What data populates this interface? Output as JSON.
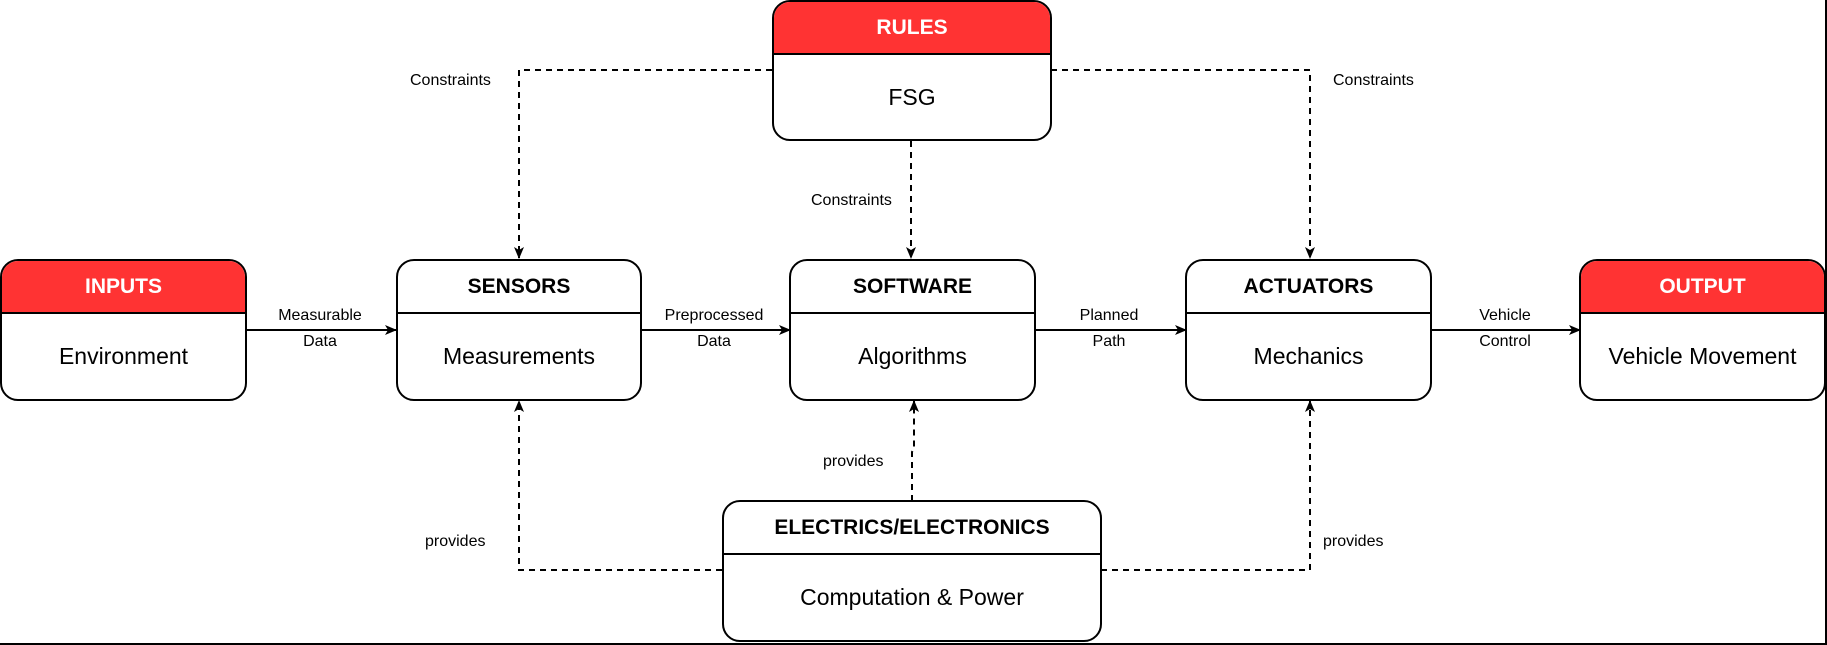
{
  "colors": {
    "accent": "#ff3333",
    "stroke": "#000000",
    "background": "#ffffff"
  },
  "nodes": {
    "rules": {
      "title": "RULES",
      "body": "FSG"
    },
    "inputs": {
      "title": "INPUTS",
      "body": "Environment"
    },
    "sensors": {
      "title": "SENSORS",
      "body": "Measurements"
    },
    "software": {
      "title": "SOFTWARE",
      "body": "Algorithms"
    },
    "actuators": {
      "title": "ACTUATORS",
      "body": "Mechanics"
    },
    "output": {
      "title": "OUTPUT",
      "body": "Vehicle Movement"
    },
    "electrics": {
      "title": "ELECTRICS/ELECTRONICS",
      "body": "Computation & Power"
    }
  },
  "edges": {
    "measurable_line1": "Measurable",
    "measurable_line2": "Data",
    "preprocessed_line1": "Preprocessed",
    "preprocessed_line2": "Data",
    "planned_line1": "Planned",
    "planned_line2": "Path",
    "vehicle_line1": "Vehicle",
    "vehicle_line2": "Control",
    "constraints_left": "Constraints",
    "constraints_center": "Constraints",
    "constraints_right": "Constraints",
    "provides_left": "provides",
    "provides_center": "provides",
    "provides_right": "provides"
  }
}
